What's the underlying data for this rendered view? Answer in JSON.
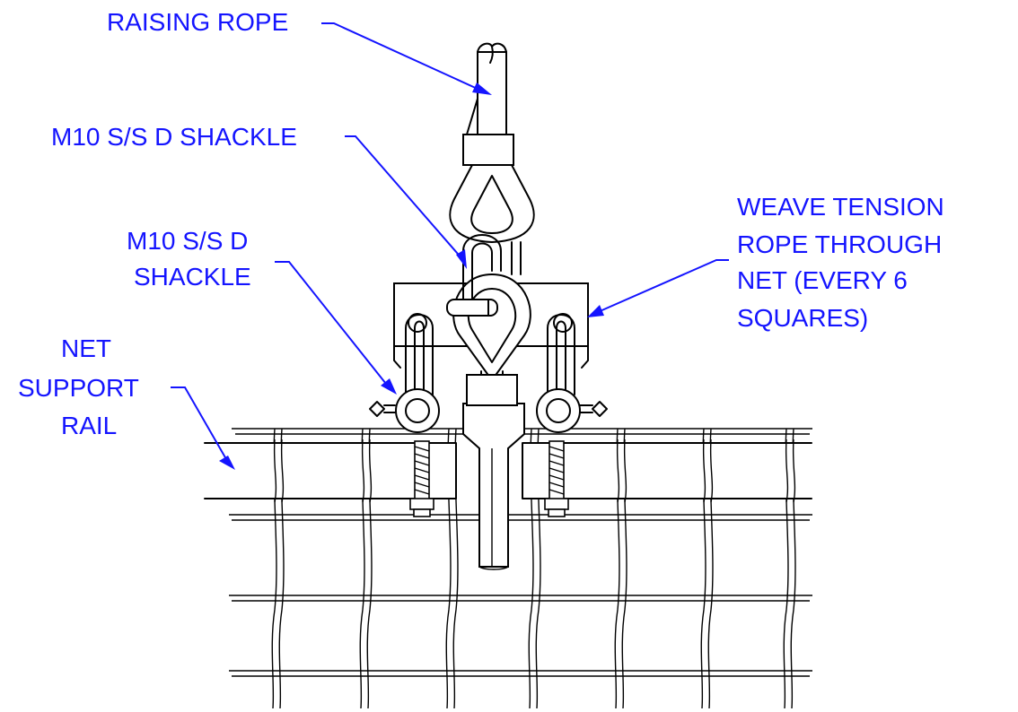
{
  "labels": {
    "raising_rope": "RAISING ROPE",
    "upper_shackle": "M10 S/S D SHACKLE",
    "side_shackle_line1": "M10 S/S D",
    "side_shackle_line2": "SHACKLE",
    "net_rail_line1": "NET",
    "net_rail_line2": "SUPPORT",
    "net_rail_line3": "RAIL",
    "weave_line1": "WEAVE TENSION",
    "weave_line2": "ROPE THROUGH",
    "weave_line3": "NET (EVERY 6",
    "weave_line4": "SQUARES)"
  },
  "colors": {
    "label": "#1414ff",
    "line": "#000000",
    "background": "#ffffff"
  }
}
